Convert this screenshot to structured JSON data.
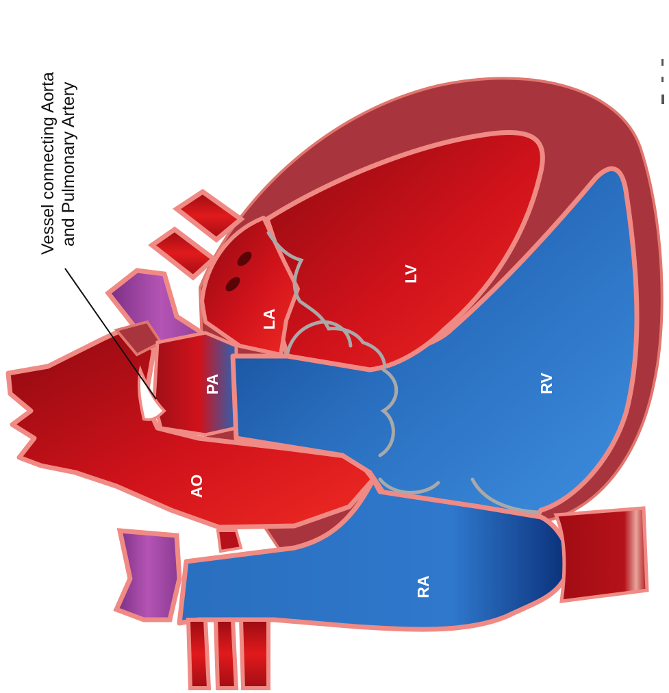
{
  "annotation": {
    "line1": "Vessel connecting Aorta",
    "line2": "and Pulmonary Artery"
  },
  "labels": {
    "lv": "LV",
    "la": "LA",
    "rv": "RV",
    "pa": "PA",
    "ao": "AO",
    "ra": "RA"
  },
  "colors": {
    "oxygenated": "#d0121b",
    "deoxygenated": "#2a6fbf",
    "mixed": "#8b3a8f",
    "outline": "#f08a84",
    "muscle": "#a8353d",
    "valve": "#a9a9a9"
  }
}
